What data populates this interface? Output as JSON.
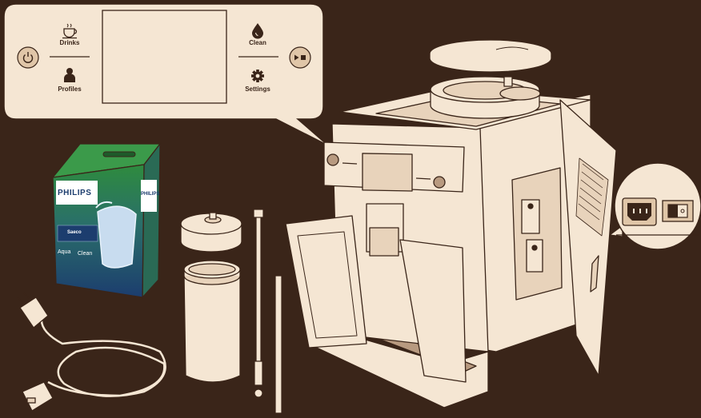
{
  "panel": {
    "drinks_label": "Drinks",
    "profiles_label": "Profiles",
    "clean_label": "Clean",
    "settings_label": "Settings"
  },
  "icons": {
    "power": "power-icon",
    "drinks": "cup-icon",
    "profiles": "person-icon",
    "clean": "water-drop-icon",
    "settings": "gear-icon",
    "start_stop": "play-pause-icon"
  },
  "box": {
    "brand": "PHILIPS",
    "brand_side": "PHILIPS",
    "sub_brand": "Saeco",
    "product_a": "Aqua",
    "product_b": "Clean"
  },
  "colors": {
    "background": "#3a2519",
    "panel": "#f5e6d3",
    "outline": "#3a2519",
    "box_green": "#2e8b3e",
    "box_navy": "#1c3d6e"
  }
}
